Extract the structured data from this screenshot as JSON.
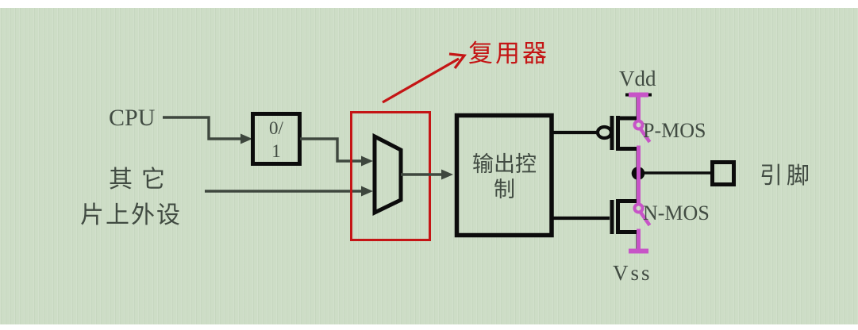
{
  "colors": {
    "page": "#ffffff",
    "canvas": "#cdddc6",
    "wire": "#3e473e",
    "component": "#0c0c0c",
    "text": "#414b42",
    "annotation": "#c41515",
    "switch": "#c754c7"
  },
  "diagram": {
    "sources": {
      "cpu": "CPU",
      "peripherals_line1": "其它",
      "peripherals_line2": "片上外设"
    },
    "bit_select": {
      "line1": "0/",
      "line2": "1"
    },
    "mux": {
      "callout": "复用器"
    },
    "output_control": {
      "line1": "输出控",
      "line2": "制"
    },
    "drivers": {
      "vdd": "Vdd",
      "pmos": "P-MOS",
      "nmos": "N-MOS",
      "vss": "Vss"
    },
    "pin": {
      "label": "引脚"
    }
  }
}
